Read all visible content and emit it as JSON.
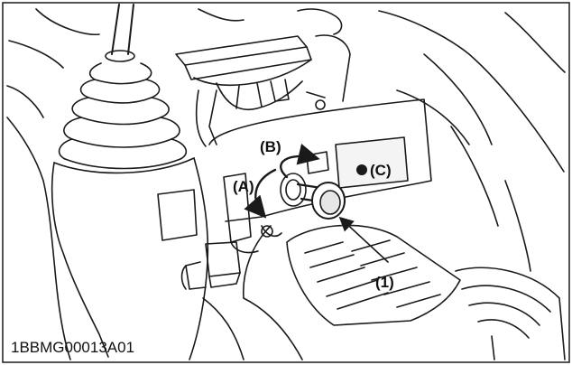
{
  "figure": {
    "label_a": "(A)",
    "label_b": "(B)",
    "label_c": "(C)",
    "label_1": "(1)",
    "figure_code": "1BBMG00013A01"
  },
  "colors": {
    "line": "#1a1a1a",
    "panel_shade": "#e6e6e6",
    "background": "#ffffff"
  },
  "icons": [
    "arrow-icon",
    "knob-icon",
    "dot-icon"
  ]
}
